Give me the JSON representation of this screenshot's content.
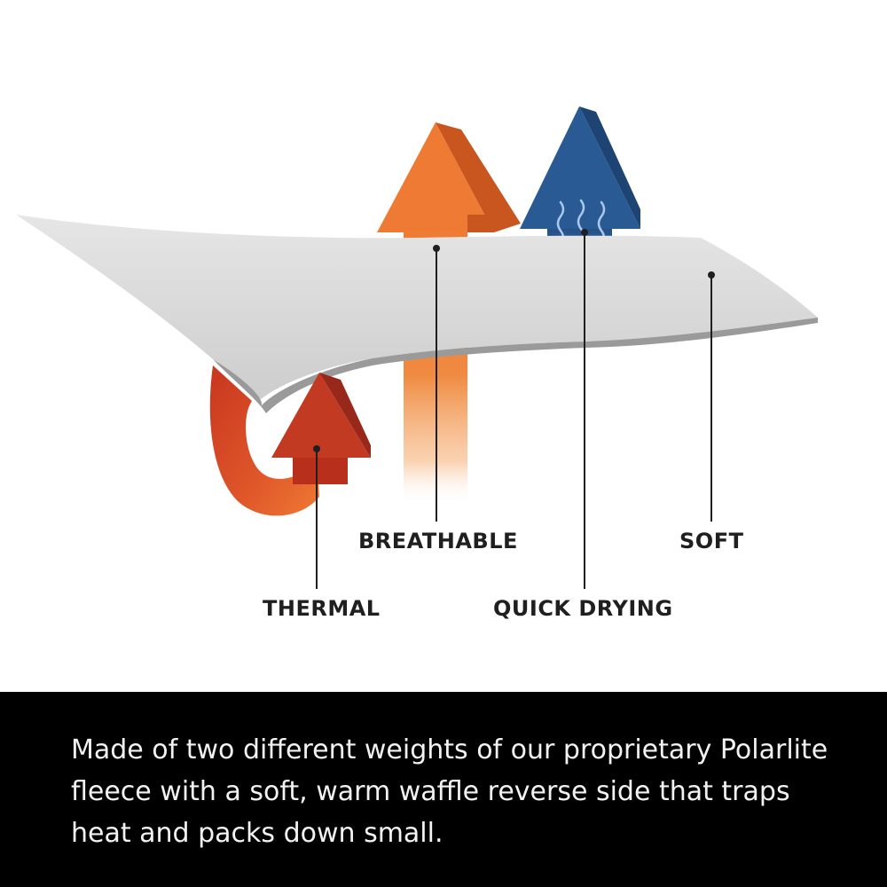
{
  "labels": {
    "thermal": "THERMAL",
    "breathable": "BREATHABLE",
    "quick_drying": "QUICK DRYING",
    "soft": "SOFT"
  },
  "caption": "Made of two different weights of our proprietary Polarlite fleece with a soft, warm waffle reverse side that traps heat and packs down small.",
  "colors": {
    "thermal_arrow": "#c23a22",
    "thermal_curl": "#e0572a",
    "breathable_arrow": "#ee7a33",
    "quick_drying_arrow": "#2a5a94",
    "fabric": "#d9d9d9",
    "caption_background": "#000000",
    "caption_text": "#f2f2f2"
  },
  "icons": {
    "thermal": "red-curved-arrow-icon",
    "breathable": "orange-up-arrow-icon",
    "quick_drying": "blue-up-arrow-with-vapor-icon",
    "soft": "fabric-layer-icon"
  }
}
